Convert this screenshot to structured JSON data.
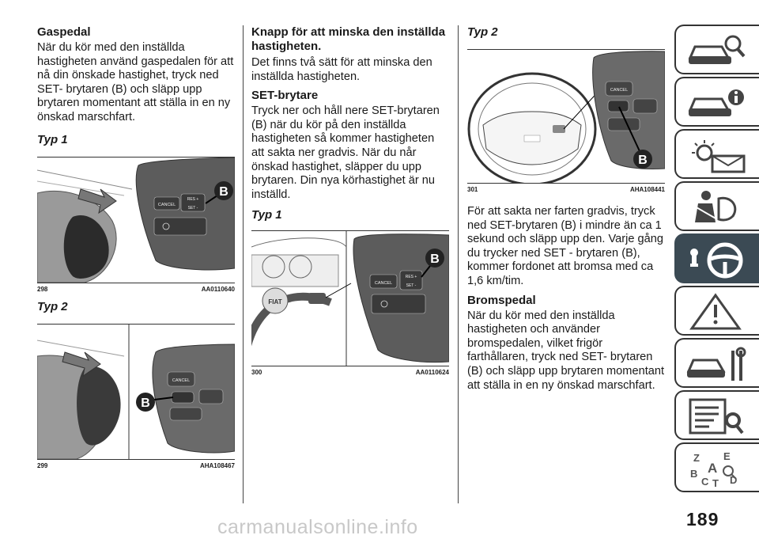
{
  "col1": {
    "heading": "Gaspedal",
    "para": "När du kör med den inställda hastigheten använd gaspedalen för att nå din önskade hastighet, tryck ned SET- brytaren (B) och släpp upp brytaren momentant att ställa in en ny önskad marschfart.",
    "typ1": "Typ 1",
    "fig1": {
      "num": "298",
      "code": "AA0110640",
      "letter": "B",
      "cancel": "CANCEL",
      "res": "RES +",
      "set": "SET -"
    },
    "typ2": "Typ 2",
    "fig2": {
      "num": "299",
      "code": "AHA108467",
      "letter": "B",
      "cancel": "CANCEL"
    }
  },
  "col2": {
    "heading": "Knapp för att minska den inställda hastigheten.",
    "para1": "Det finns två sätt för att minska den inställda hastigheten.",
    "subheading": "SET-brytare",
    "para2": "Tryck ner och håll nere SET-brytaren (B) när du kör på den inställda hastigheten så kommer hastigheten att sakta ner gradvis. När du når önskad hastighet, släpper du upp brytaren. Din nya körhastighet är nu inställd.",
    "typ1": "Typ 1",
    "fig3": {
      "num": "300",
      "code": "AA0110624",
      "letter": "B",
      "cancel": "CANCEL",
      "res": "RES +",
      "set": "SET -",
      "logo": "FIAT"
    }
  },
  "col3": {
    "typ2": "Typ 2",
    "fig4": {
      "num": "301",
      "code": "AHA108441",
      "letter": "B",
      "cancel": "CANCEL"
    },
    "para1": "För att sakta ner farten gradvis, tryck ned SET-brytaren (B) i mindre än ca 1 sekund och släpp upp den. Varje gång du trycker ned SET - brytaren (B), kommer fordonet att bromsa med ca 1,6 km/tim.",
    "heading": "Bromspedal",
    "para2": "När du kör med den inställda hastigheten och använder bromspedalen, vilket frigör farthållaren, tryck ned SET- brytaren (B) och släpp upp brytaren momentant att ställa in en ny önskad marschfart."
  },
  "page_number": "189",
  "watermark": "carmanualsonline.info",
  "tabs": {
    "icons": [
      "car-search-icon",
      "car-info-icon",
      "warning-lights-icon",
      "airbag-safety-icon",
      "steering-wheel-icon",
      "road-warning-icon",
      "car-tools-icon",
      "settings-list-icon",
      "alphabet-index-icon"
    ],
    "index_letters": [
      "Z",
      "E",
      "A",
      "B",
      "C",
      "T",
      "D"
    ],
    "active_index": 4,
    "active_color": "#3b4a54"
  }
}
